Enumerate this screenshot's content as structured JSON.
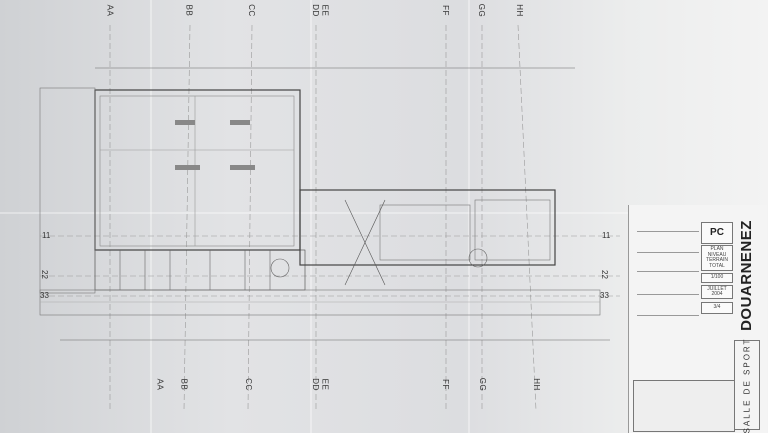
{
  "drawing": {
    "grid_columns_top": [
      "AA",
      "BB",
      "CC",
      "DD",
      "EE",
      "FF",
      "GG",
      "HH"
    ],
    "grid_columns_bottom": [
      "AA",
      "BB",
      "CC",
      "DD",
      "EE",
      "FF",
      "GG",
      "HH"
    ],
    "grid_rows_left": [
      "11",
      "22",
      "33"
    ],
    "grid_rows_right": [
      "11",
      "22",
      "33"
    ]
  },
  "title_block": {
    "type": "PC",
    "plan_title": "PLAN NIVEAU TERRAIN TOTAL",
    "scale": "1/100",
    "date": "JUILLET 2004",
    "sheet_no": "3/4",
    "city": "DOUARNENEZ",
    "project": "SALLE DE SPORT"
  }
}
